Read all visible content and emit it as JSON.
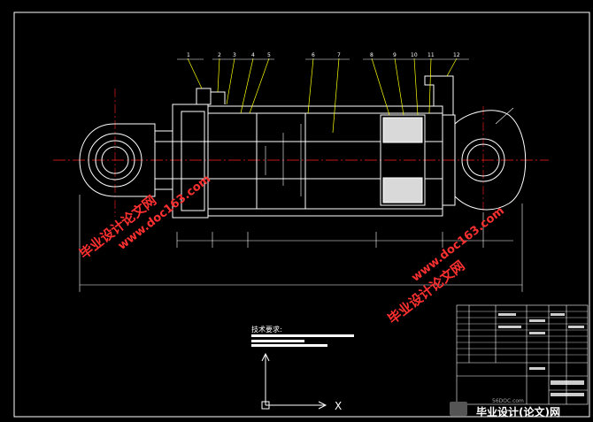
{
  "part_numbers": [
    "1",
    "2",
    "3",
    "4",
    "5",
    "6",
    "7",
    "8",
    "9",
    "10",
    "11",
    "12"
  ],
  "tech_requirements_title": "技术要求:",
  "axis_x_label": "X",
  "watermarks": {
    "brand": "毕业设计论文网",
    "url": "www.doc163.com"
  },
  "footer": {
    "site_short": "56DOC.com",
    "site_name": "毕业设计(论文)网"
  },
  "colors": {
    "background": "#000000",
    "outline": "#ffffff",
    "centerline": "#ff2020",
    "watermark": "#ff3030",
    "leader": "#ffff00"
  }
}
